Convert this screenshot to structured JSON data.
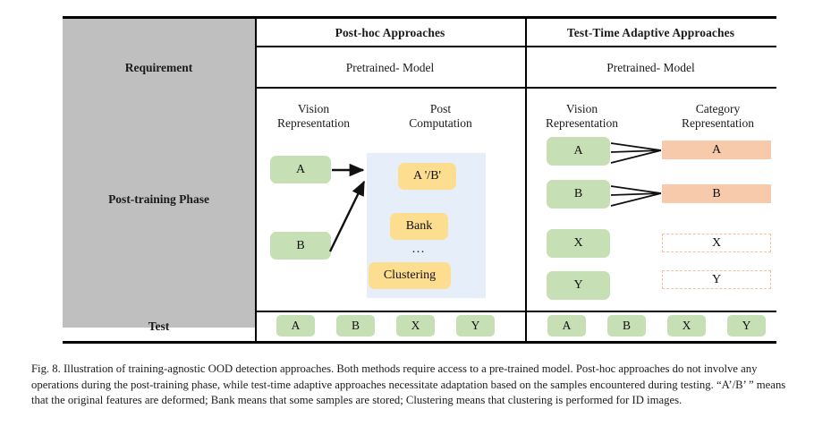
{
  "figure": {
    "table": {
      "columns": [
        {
          "id": "row-header",
          "label": ""
        },
        {
          "id": "post-hoc",
          "label": "Post-hoc Approaches"
        },
        {
          "id": "test-time",
          "label": "Test-Time Adaptive Approaches"
        }
      ],
      "rows": [
        {
          "id": "requirement",
          "label": "Requirement",
          "post_hoc": "Pretrained- Model",
          "test_time": "Pretrained- Model"
        },
        {
          "id": "post-training-phase",
          "label": "Post-training Phase"
        },
        {
          "id": "test",
          "label": "Test"
        }
      ]
    },
    "post_hoc_panel": {
      "vision_title_line1": "Vision",
      "vision_title_line2": "Representation",
      "compute_title_line1": "Post",
      "compute_title_line2": "Computation",
      "vision_boxes": [
        "A",
        "B"
      ],
      "computation_boxes": [
        "A '/B'",
        "Bank",
        "Clustering"
      ],
      "ellipsis": "…"
    },
    "test_time_panel": {
      "vision_title_line1": "Vision",
      "vision_title_line2": "Representation",
      "category_title_line1": "Category",
      "category_title_line2": "Representation",
      "vision_boxes": [
        "A",
        "B",
        "X",
        "Y"
      ],
      "category_filled": [
        "A",
        "B"
      ],
      "category_dashed": [
        "X",
        "Y"
      ]
    },
    "test_row": {
      "post_hoc_items": [
        "A",
        "B",
        "X",
        "Y"
      ],
      "test_time_items": [
        "A",
        "B",
        "X",
        "Y"
      ]
    },
    "colors": {
      "header_gray": "#bfbfbf",
      "vision_green": "#c6dfb5",
      "category_salmon": "#f7caab",
      "computation_yellow": "#fddd8f",
      "panel_blue": "#e6eef9",
      "dashed_outline": "#f4c0a0",
      "rule_black": "#000000"
    }
  },
  "caption": {
    "text": "Fig. 8.  Illustration of training-agnostic OOD detection approaches. Both methods require access to a pre-trained model. Post-hoc approaches do not involve any operations during the post-training phase, while test-time adaptive approaches necessitate adaptation based on the samples encountered during testing. “A’/B’ ” means that the original features are deformed; Bank means that some samples are stored; Clustering means that clustering is performed for ID images."
  }
}
